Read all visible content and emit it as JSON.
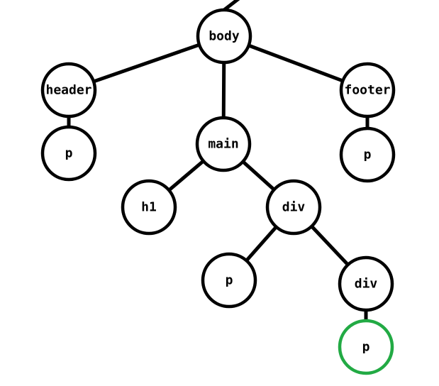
{
  "tree": {
    "highlight_color": "#22aa44",
    "nodes": [
      {
        "id": "body",
        "label": "body"
      },
      {
        "id": "header",
        "label": "header"
      },
      {
        "id": "main",
        "label": "main"
      },
      {
        "id": "footer",
        "label": "footer"
      },
      {
        "id": "header-p",
        "label": "p"
      },
      {
        "id": "h1",
        "label": "h1"
      },
      {
        "id": "main-div",
        "label": "div"
      },
      {
        "id": "footer-p",
        "label": "p"
      },
      {
        "id": "div-p",
        "label": "p"
      },
      {
        "id": "inner-div",
        "label": "div"
      },
      {
        "id": "inner-div-p",
        "label": "p",
        "highlighted": true
      }
    ],
    "edges": [
      [
        "body",
        "header"
      ],
      [
        "body",
        "main"
      ],
      [
        "body",
        "footer"
      ],
      [
        "header",
        "header-p"
      ],
      [
        "main",
        "h1"
      ],
      [
        "main",
        "main-div"
      ],
      [
        "footer",
        "footer-p"
      ],
      [
        "main-div",
        "div-p"
      ],
      [
        "main-div",
        "inner-div"
      ],
      [
        "inner-div",
        "inner-div-p"
      ]
    ],
    "parent_edge": true
  }
}
